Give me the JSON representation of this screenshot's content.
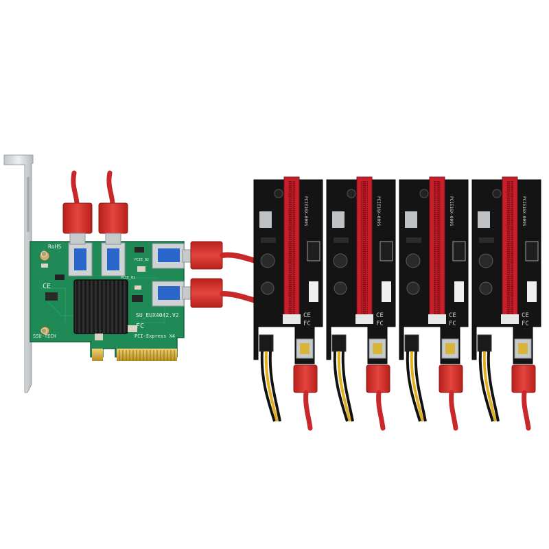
{
  "adapter_card": {
    "rohs_mark": "RoHS",
    "model_label": "SU_EUX4042.V2",
    "brand_label": "SSU-TECH",
    "interface_label": "PCI-Express X4",
    "port_label_1": "PCIE_02",
    "port_label_2": "PCIE_01",
    "ce_mark": "CE",
    "fc_mark": "FC"
  },
  "riser_cards": [
    {
      "slot_label": "PCIE16X-009S",
      "ce_mark": "CE",
      "fc_mark": "FC"
    },
    {
      "slot_label": "PCIE16X-009S",
      "ce_mark": "CE",
      "fc_mark": "FC"
    },
    {
      "slot_label": "PCIE16X-009S",
      "ce_mark": "CE",
      "fc_mark": "FC"
    },
    {
      "slot_label": "PCIE16X-009S",
      "ce_mark": "CE",
      "fc_mark": "FC"
    }
  ],
  "colors": {
    "pcb_green": "#1f8a55",
    "pcb_black": "#141414",
    "cable_red": "#d8312c",
    "slot_red": "#c8202a",
    "bracket_silver": "#d7d9dc",
    "gold_fingers": "#d9b43a",
    "usb_blue": "#2a66c9",
    "psu_yellow": "#e0b020"
  }
}
